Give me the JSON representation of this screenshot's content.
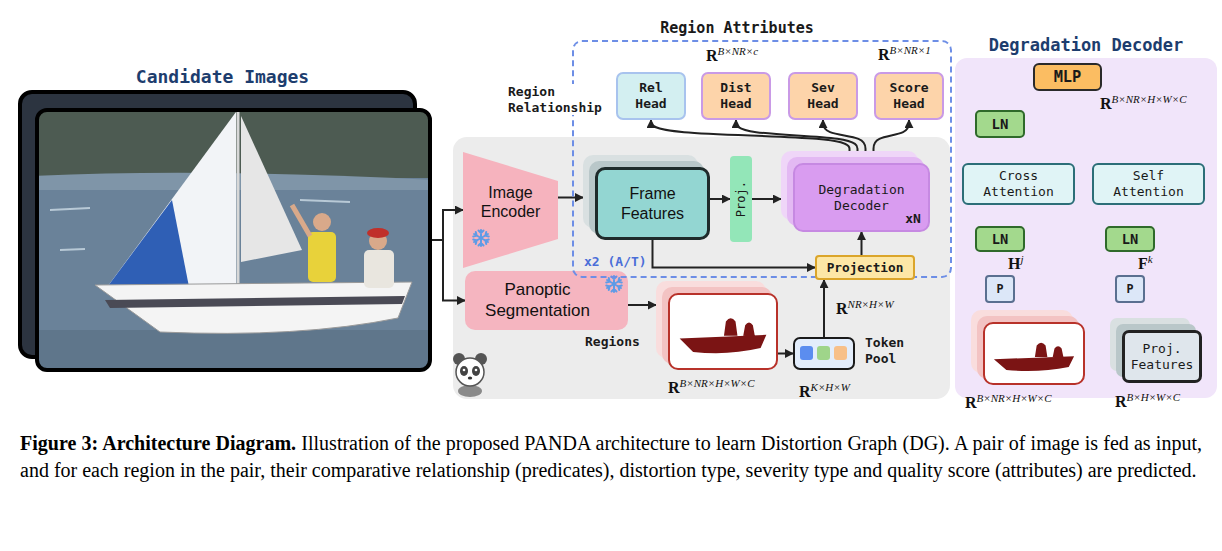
{
  "diagram": {
    "caption": "Figure 3: Architecture Diagram. Illustration of the proposed PANDA architecture to learn Distortion Graph (DG). A pair of image is fed as input, and for each region in the pair, their comparative relationship (predicates), distortion type, severity type and quality score (attributes) are predicted.",
    "nodes": [
      {
        "text": [
          "Candidate Images"
        ]
      },
      {
        "text": [
          "Image Encoder"
        ]
      },
      {
        "text": [
          "Panoptic Segmentation"
        ]
      },
      {
        "text": [
          "Region Attributes",
          "x2 (A/T)"
        ]
      },
      {
        "text": [
          "Rel Head"
        ],
        "in": 3
      },
      {
        "text": [
          "Dist Head"
        ],
        "in": 3
      },
      {
        "text": [
          "Sev Head"
        ],
        "in": 3
      },
      {
        "text": [
          "Score Head"
        ],
        "in": 3
      },
      {
        "text": [
          "Frame Features"
        ],
        "in": 3
      },
      {
        "text": [
          "Proj."
        ],
        "in": 3
      },
      {
        "text": [
          "Degradation Decoder",
          "xN"
        ],
        "in": 3
      },
      {
        "text": [
          "Projection"
        ],
        "in": 3
      },
      {
        "text": [
          "RB×NR×H×W×C"
        ]
      },
      {
        "text": [
          "Token Pool",
          "RK×H×W"
        ]
      },
      {
        "text": [
          "Degradation Decoder"
        ]
      },
      {
        "text": [
          "MLP"
        ],
        "in": 14
      },
      {
        "text": [
          "LN"
        ],
        "in": 14
      },
      {
        "text": [
          "Cross Attention"
        ],
        "in": 14
      },
      {
        "text": [
          "Self Attention"
        ],
        "in": 14
      },
      {
        "text": [
          "LN"
        ],
        "in": 14
      },
      {
        "text": [
          "LN"
        ],
        "in": 14
      },
      {
        "text": [
          "P"
        ],
        "in": 14
      },
      {
        "text": [
          "P"
        ],
        "in": 14
      },
      {
        "text": [
          "RB×NR×H×W×C"
        ],
        "in": 14
      },
      {
        "text": [
          "Proj. Features",
          "RB×H×W×C"
        ],
        "in": 14
      }
    ],
    "edges": [
      {
        "from": 0,
        "to": 1,
        "arrow": "to"
      },
      {
        "from": 0,
        "to": 2,
        "arrow": "to"
      },
      {
        "from": 1,
        "to": 8,
        "arrow": "to"
      },
      {
        "from": 8,
        "to": 9,
        "arrow": "to"
      },
      {
        "from": 9,
        "to": 10,
        "arrow": "to"
      },
      {
        "from": 8,
        "to": 11,
        "arrow": "to"
      },
      {
        "from": 11,
        "to": 10,
        "arrow": "to"
      },
      {
        "from": 10,
        "to": 4,
        "arrow": "to"
      },
      {
        "from": 10,
        "to": 5,
        "arrow": "to"
      },
      {
        "from": 10,
        "to": 6,
        "arrow": "to"
      },
      {
        "from": 10,
        "to": 7,
        "arrow": "to"
      },
      {
        "from": 2,
        "to": 12,
        "label": "Regions",
        "arrow": "to"
      },
      {
        "from": 12,
        "to": 13,
        "arrow": "to"
      },
      {
        "from": 13,
        "to": 11,
        "label": "RNR×H×W",
        "arrow": "to"
      },
      {
        "from": 23,
        "to": 21,
        "arrow": "to"
      },
      {
        "from": 21,
        "to": 19,
        "label": "Hj",
        "arrow": "to"
      },
      {
        "from": 19,
        "to": 17,
        "arrow": "to"
      },
      {
        "from": 24,
        "to": 22,
        "arrow": "to"
      },
      {
        "from": 22,
        "to": 20,
        "label": "Fk",
        "arrow": "to"
      },
      {
        "from": 20,
        "to": 18,
        "arrow": "to"
      },
      {
        "from": 18,
        "to": 17,
        "arrow": "to"
      },
      {
        "from": 17,
        "to": 16,
        "arrow": "to"
      },
      {
        "from": 16,
        "to": 15,
        "arrow": "to"
      }
    ],
    "labels": [
      "Region Relationship",
      "RB×NR×c",
      "RB×NR×1",
      "RB×NR×H×W×C"
    ]
  }
}
